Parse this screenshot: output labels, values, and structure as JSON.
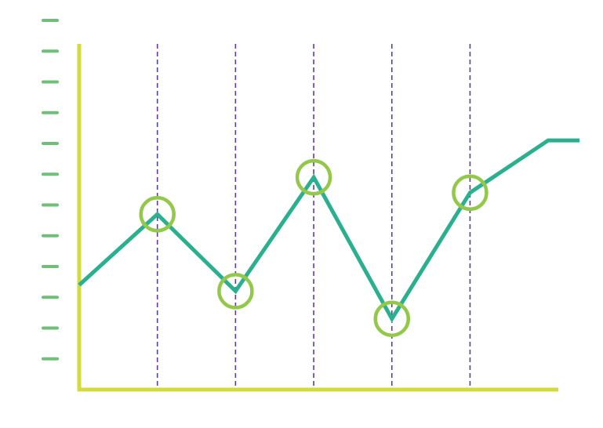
{
  "chart_data": {
    "type": "line",
    "title": "",
    "xlabel": "",
    "ylabel": "",
    "x": [
      0,
      1,
      2,
      3,
      4,
      5,
      6,
      6.4
    ],
    "markers_at_x": [
      1,
      2,
      3,
      4,
      5
    ],
    "series": [
      {
        "values": [
          3.4,
          5.7,
          3.2,
          6.9,
          2.3,
          6.4,
          8.1,
          8.1
        ]
      }
    ],
    "xlim": [
      0,
      6.4
    ],
    "ylim": [
      0,
      12
    ],
    "y_ticks": [
      1,
      2,
      3,
      4,
      5,
      6,
      7,
      8,
      9,
      10,
      11,
      12
    ],
    "vertical_gridlines_at_x": [
      1,
      2,
      3,
      4,
      5
    ],
    "grid": "vertical dashed",
    "legend": "none",
    "colors": {
      "line": "#2bb08f",
      "marker": "#94c84a",
      "axis": "#d3dc3a",
      "tick": "#6fbf7a",
      "gridline": "#5b3fa0",
      "background": "#ffffff"
    }
  }
}
